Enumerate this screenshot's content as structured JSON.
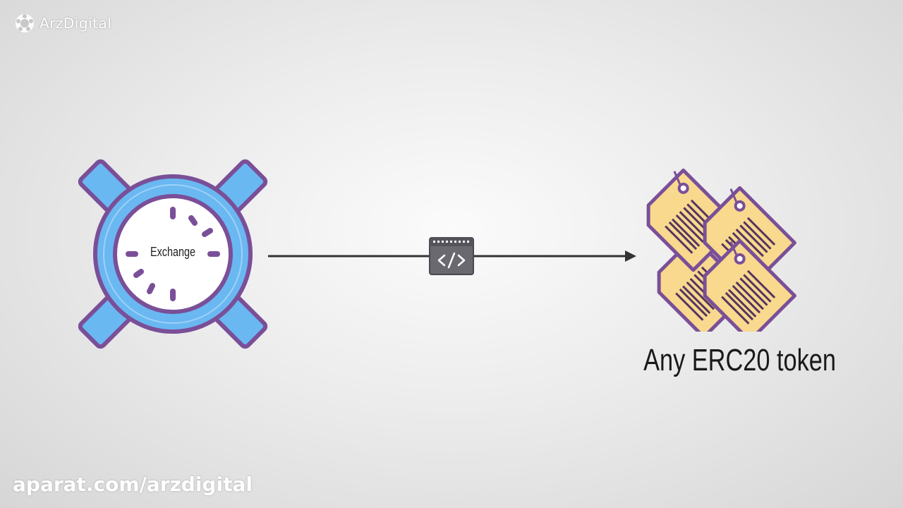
{
  "brand": {
    "logo_text": "ArzDigital",
    "logo_icon": "arzdigital-logo-icon"
  },
  "diagram": {
    "source_label": "Exchange",
    "source_icon": "exchange-ring-icon",
    "connector_icon": "code-window-icon",
    "target_icon": "token-tags-icon",
    "target_label": "Any ERC20 token"
  },
  "watermark": {
    "text": "aparat.com/arzdigital"
  },
  "colors": {
    "ring_fill": "#6ab8f2",
    "ring_stroke": "#7a4f98",
    "tag_fill": "#f8d98e",
    "tag_stroke": "#7a4f98",
    "connector_fill": "#6a6970",
    "arrow": "#333333"
  }
}
